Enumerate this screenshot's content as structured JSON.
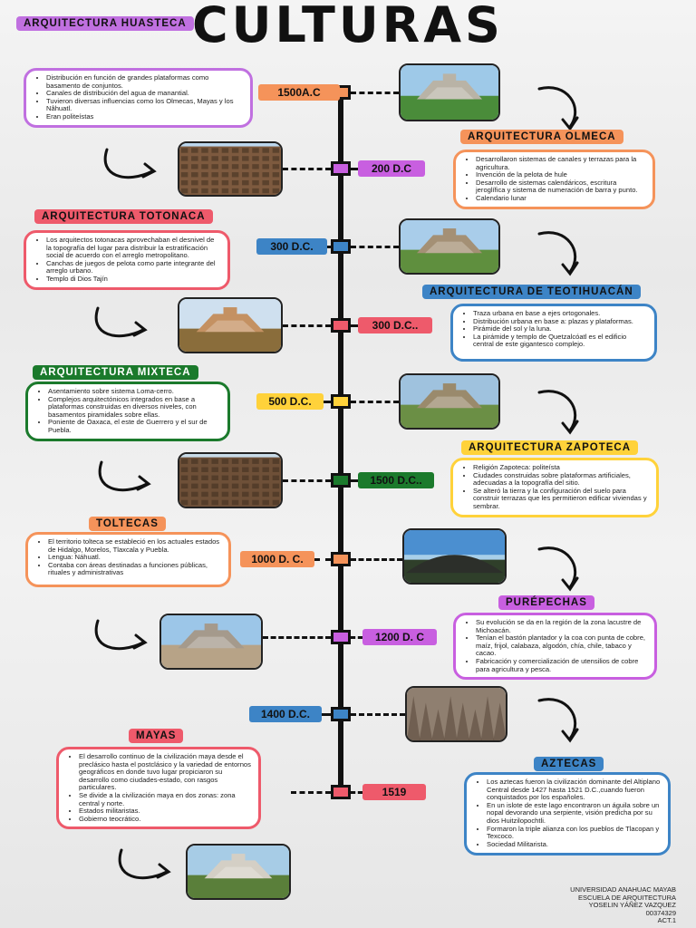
{
  "title": "CULTURAS",
  "colors": {
    "orange": "#f5935a",
    "magenta": "#c85fe0",
    "blue": "#3d84c6",
    "red": "#ee5a6b",
    "yellow": "#ffd23a",
    "green": "#1b7a2c",
    "pink": "#f06e86"
  },
  "entries": [
    {
      "date": "1500A.C",
      "heading": "ARQUITECTURA HUASTECA",
      "color": "#c070e0",
      "node": "#f5935a",
      "bullets": [
        "Distribución en función de grandes plataformas como basamento de conjuntos.",
        "Canales de distribución del agua de manantial.",
        "Tuvieron diversas influencias como los Olmecas, Mayas y los Nâhuatl.",
        "Eran politeístas"
      ]
    },
    {
      "date": "200 D.C",
      "heading": "ARQUITECTURA OLMECA",
      "color": "#f5935a",
      "node": "#c85fe0",
      "bullets": [
        "Desarrollaron sistemas de canales y terrazas para la agricultura.",
        "Invención de la pelota de hule",
        "Desarrollo de sistemas calendáricos, escritura jeroglífica y sistema de numeración de barra y punto.",
        "Calendario lunar"
      ]
    },
    {
      "date": "300 D.C.",
      "heading": "ARQUITECTURA TOTONACA",
      "color": "#ee5a6b",
      "node": "#3d84c6",
      "bullets": [
        "Los arquitectos totonacas aprovechaban el desnivel de la topografía del lugar para distribuir la estratificación social de acuerdo con el arreglo metropolitano.",
        "Canchas de juegos de pelota como parte integrante del arreglo urbano.",
        "Templo di Dios Tajín"
      ]
    },
    {
      "date": "300 D.C..",
      "heading": "ARQUITECTURA DE TEOTIHUACÁN",
      "color": "#3d84c6",
      "node": "#ee5a6b",
      "bullets": [
        "Traza urbana en base a ejes ortogonales.",
        "Distribución urbana en base a: plazas y plataformas.",
        "Pirámide del sol y la luna.",
        "La pirámide y templo de Quetzalcóatl es el edificio central de este gigantesco complejo."
      ]
    },
    {
      "date": "500 D.C.",
      "heading": "ARQUITECTURA MIXTECA",
      "color": "#1b7a2c",
      "node": "#ffd23a",
      "bullets": [
        "Asentamiento sobre sistema Loma-cerro.",
        "Complejos arquitectónicos integrados en base a plataformas construidas en diversos niveles, con basamentos piramidales sobre ellas.",
        "Poniente de Oaxaca, el este de Guerrero y el sur de Puebla."
      ]
    },
    {
      "date": "1500 D.C..",
      "heading": "ARQUITECTURA ZAPOTECA",
      "color": "#ffd23a",
      "node": "#1b7a2c",
      "bullets": [
        "Religión Zapoteca: politeísta",
        "Ciudades construidas sobre plataformas artificiales, adecuadas a la topografía del sitio.",
        "Se alteró la tierra y la configuración del suelo para construir terrazas que les permitieron edificar viviendas y sembrar."
      ]
    },
    {
      "date": "1000 D. C.",
      "heading": "TOLTECAS",
      "color": "#f5935a",
      "node": "#f5935a",
      "bullets": [
        "El territorio tolteca se estableció en los actuales estados de Hidalgo, Morelos, Tlaxcala y Puebla.",
        "Lengua: Náhuatl.",
        "Contaba con áreas destinadas a funciones públicas, rituales y administrativas"
      ]
    },
    {
      "date": "1200 D. C",
      "heading": "PURÉPECHAS",
      "color": "#c85fe0",
      "node": "#c85fe0",
      "bullets": [
        "Su evolución se da en la región de la zona lacustre de Michoacán.",
        "Tenían el bastón plantador y la coa con punta de cobre, maíz, frijol, calabaza, algodón, chía, chile, tabaco y cacao.",
        "Fabricación y comercialización de utensilios de cobre para agricultura y pesca."
      ]
    },
    {
      "date": "1400 D.C.",
      "heading": "MAYAS",
      "color": "#ee5a6b",
      "node": "#3d84c6",
      "bullets": [
        "El desarrollo continuo de la civilización maya desde el preclásico hasta el postclásico y la variedad de entornos geográficos en donde tuvo lugar propiciaron su desarrollo como ciudades-estado, con rasgos particulares.",
        "Se divide a la civilización maya en dos zonas: zona central y norte.",
        "Estados militaristas.",
        "Gobierno teocrático."
      ]
    },
    {
      "date": "1519",
      "heading": "AZTECAS",
      "color": "#3d84c6",
      "node": "#ee5a6b",
      "bullets": [
        "Los aztecas fueron la civilización dominante del Altiplano Central desde 1427 hasta 1521 D.C.,cuando fueron conquistados por los españoles.",
        "En un islote de este lago encontraron un águila sobre un nopal devorando una serpiente, visión predicha por su dios Huitzilopochtli.",
        "Formaron la triple alianza con los pueblos de Tlacopan y Texcoco.",
        "Sociedad Militarista."
      ]
    }
  ],
  "footer": [
    "UNIVERSIDAD ANAHUAC MAYAB",
    "ESCUELA DE ARQUITECTURA",
    "YOSELIN YÁÑEZ VAZQUEZ",
    "00374329",
    "ACT.1"
  ]
}
